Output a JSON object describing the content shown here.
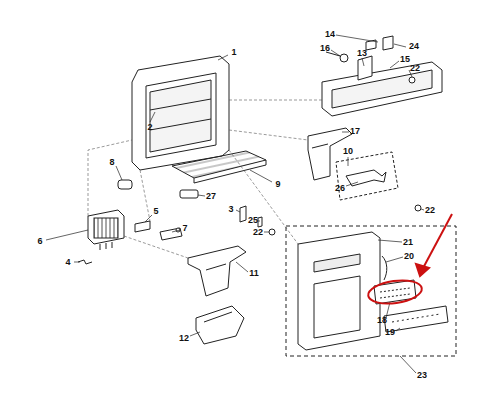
{
  "diagram": {
    "labels": [
      "14",
      "24",
      "16",
      "13",
      "15",
      "22",
      "1",
      "2",
      "17",
      "10",
      "8",
      "9",
      "27",
      "26",
      "22",
      "6",
      "5",
      "7",
      "3",
      "25",
      "22",
      "4",
      "11",
      "21",
      "20",
      "18",
      "19",
      "12",
      "23"
    ]
  }
}
